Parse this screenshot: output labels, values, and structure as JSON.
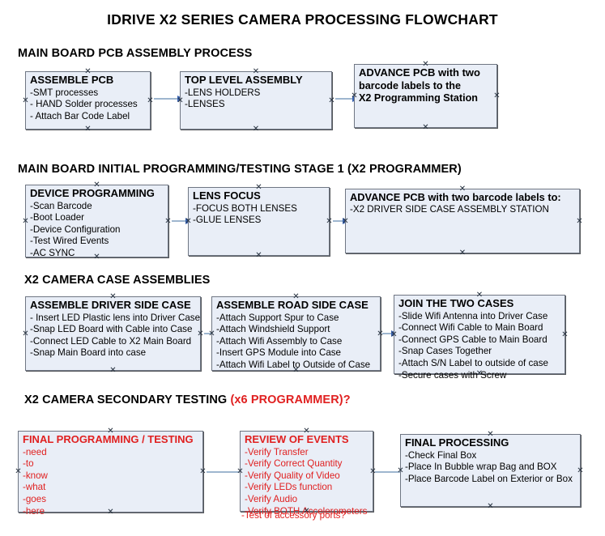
{
  "title": "IDRIVE X2  SERIES CAMERA PROCESSING FLOWCHART",
  "sections": [
    {
      "heading": "MAIN BOARD PCB ASSEMBLY PROCESS",
      "heading_accent": "",
      "boxes": [
        {
          "header": "ASSEMBLE PCB",
          "lines": [
            "-SMT processes",
            "- HAND Solder processes",
            "- Attach Bar Code Label"
          ]
        },
        {
          "header": "TOP LEVEL ASSEMBLY",
          "lines": [
            "-LENS HOLDERS",
            "-LENSES"
          ]
        },
        {
          "header": "ADVANCE PCB with two",
          "lines": [
            "barcode labels to the",
            " X2 Programming Station"
          ]
        }
      ]
    },
    {
      "heading": "MAIN BOARD INITIAL PROGRAMMING/TESTING STAGE 1 (X2 PROGRAMMER)",
      "heading_accent": "",
      "boxes": [
        {
          "header": "DEVICE PROGRAMMING",
          "lines": [
            "-Scan Barcode",
            "-Boot Loader",
            "-Device Configuration",
            "-Test Wired Events",
            "-AC SYNC"
          ]
        },
        {
          "header": "LENS FOCUS",
          "lines": [
            "-FOCUS BOTH LENSES",
            "-GLUE LENSES"
          ]
        },
        {
          "header": "ADVANCE PCB with two barcode labels to:",
          "lines": [
            "-X2 DRIVER  SIDE  CASE  ASSEMBLY STATION"
          ]
        }
      ]
    },
    {
      "heading": "X2 CAMERA CASE ASSEMBLIES",
      "heading_accent": "",
      "boxes": [
        {
          "header": "ASSEMBLE DRIVER SIDE CASE",
          "lines": [
            "- Insert LED Plastic lens into Driver Case",
            "-Snap LED Board with Cable into Case",
            "-Connect LED Cable to X2 Main Board",
            "-Snap Main Board into case"
          ]
        },
        {
          "header": "ASSEMBLE ROAD SIDE CASE",
          "lines": [
            "-Attach Support Spur to Case",
            "-Attach Windshield Support",
            "-Attach Wifi Assembly to Case",
            "-Insert GPS Module into Case",
            "-Attach Wifi Label to Outside of Case"
          ]
        },
        {
          "header": "JOIN THE TWO CASES",
          "lines": [
            "-Slide Wifi Antenna into Driver Case",
            "-Connect Wifi Cable to Main Board",
            "-Connect GPS Cable to Main Board",
            "-Snap Cases Together",
            "-Attach S/N Label to outside of case",
            "-Secure cases with Screw"
          ]
        }
      ]
    },
    {
      "heading": "X2 CAMERA SECONDARY TESTING ",
      "heading_accent": "(x6 PROGRAMMER)?",
      "boxes": [
        {
          "header": "FINAL PROGRAMMING / TESTING",
          "lines": [
            "-need",
            "-to",
            "-know",
            "-what",
            "-goes",
            "-here"
          ]
        },
        {
          "header": "REVIEW OF EVENTS",
          "lines": [
            "-Verify Transfer",
            "-Verify Correct Quantity",
            "-Verify Quality of Video",
            "-Verify LEDs function",
            "-Verify Audio",
            "-Verify BOTH Accelerometers"
          ],
          "overflow_line": "-Test of accessory ports?"
        },
        {
          "header": "FINAL PROCESSING",
          "lines": [
            " -Check Final Box",
            "-Place In Bubble wrap Bag and BOX",
            "-Place Barcode Label on Exterior or Box"
          ]
        }
      ]
    }
  ],
  "colors": {
    "box_fill": "#e9eef7",
    "box_border": "#6f7683",
    "accent_red": "#e02020",
    "connector": "#9eb6cf",
    "arrowhead": "#3a63b0",
    "text": "#000000"
  }
}
